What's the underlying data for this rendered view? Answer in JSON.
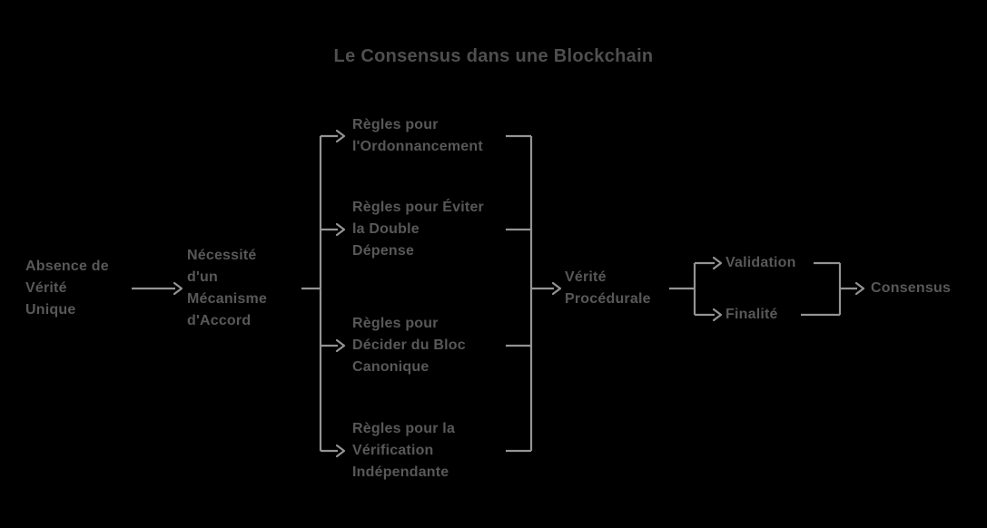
{
  "title": "Le Consensus dans une Blockchain",
  "colors": {
    "background": "#000000",
    "line": "#949494",
    "text": "#585858",
    "title": "#4f4f4f"
  },
  "nodes": {
    "absence": {
      "label": "Absence de\nVérité\nUnique"
    },
    "necessite": {
      "label": "Nécessité\nd'un\nMécanisme\nd'Accord"
    },
    "regle_ordonnancement": {
      "label": "Règles pour\nl'Ordonnancement"
    },
    "regle_double_depense": {
      "label": "Règles pour Éviter\nla Double\nDépense"
    },
    "regle_bloc_canonique": {
      "label": "Règles pour\nDécider du Bloc\nCanonique"
    },
    "regle_verification": {
      "label": "Règles pour la\nVérification\nIndépendante"
    },
    "verite_procedurale": {
      "label": "Vérité\nProcédurale"
    },
    "validation": {
      "label": "Validation"
    },
    "finalite": {
      "label": "Finalité"
    },
    "consensus": {
      "label": "Consensus"
    }
  },
  "edges": [
    {
      "from": "Absence de Vérité Unique",
      "to": "Nécessité d'un Mécanisme d'Accord"
    },
    {
      "from": "Nécessité d'un Mécanisme d'Accord",
      "to": "Règles pour l'Ordonnancement"
    },
    {
      "from": "Nécessité d'un Mécanisme d'Accord",
      "to": "Règles pour Éviter la Double Dépense"
    },
    {
      "from": "Nécessité d'un Mécanisme d'Accord",
      "to": "Règles pour Décider du Bloc Canonique"
    },
    {
      "from": "Nécessité d'un Mécanisme d'Accord",
      "to": "Règles pour la Vérification Indépendante"
    },
    {
      "from": "Règles pour l'Ordonnancement",
      "to": "Vérité Procédurale"
    },
    {
      "from": "Règles pour Éviter la Double Dépense",
      "to": "Vérité Procédurale"
    },
    {
      "from": "Règles pour Décider du Bloc Canonique",
      "to": "Vérité Procédurale"
    },
    {
      "from": "Règles pour la Vérification Indépendante",
      "to": "Vérité Procédurale"
    },
    {
      "from": "Vérité Procédurale",
      "to": "Validation"
    },
    {
      "from": "Vérité Procédurale",
      "to": "Finalité"
    },
    {
      "from": "Validation",
      "to": "Consensus"
    },
    {
      "from": "Finalité",
      "to": "Consensus"
    }
  ]
}
